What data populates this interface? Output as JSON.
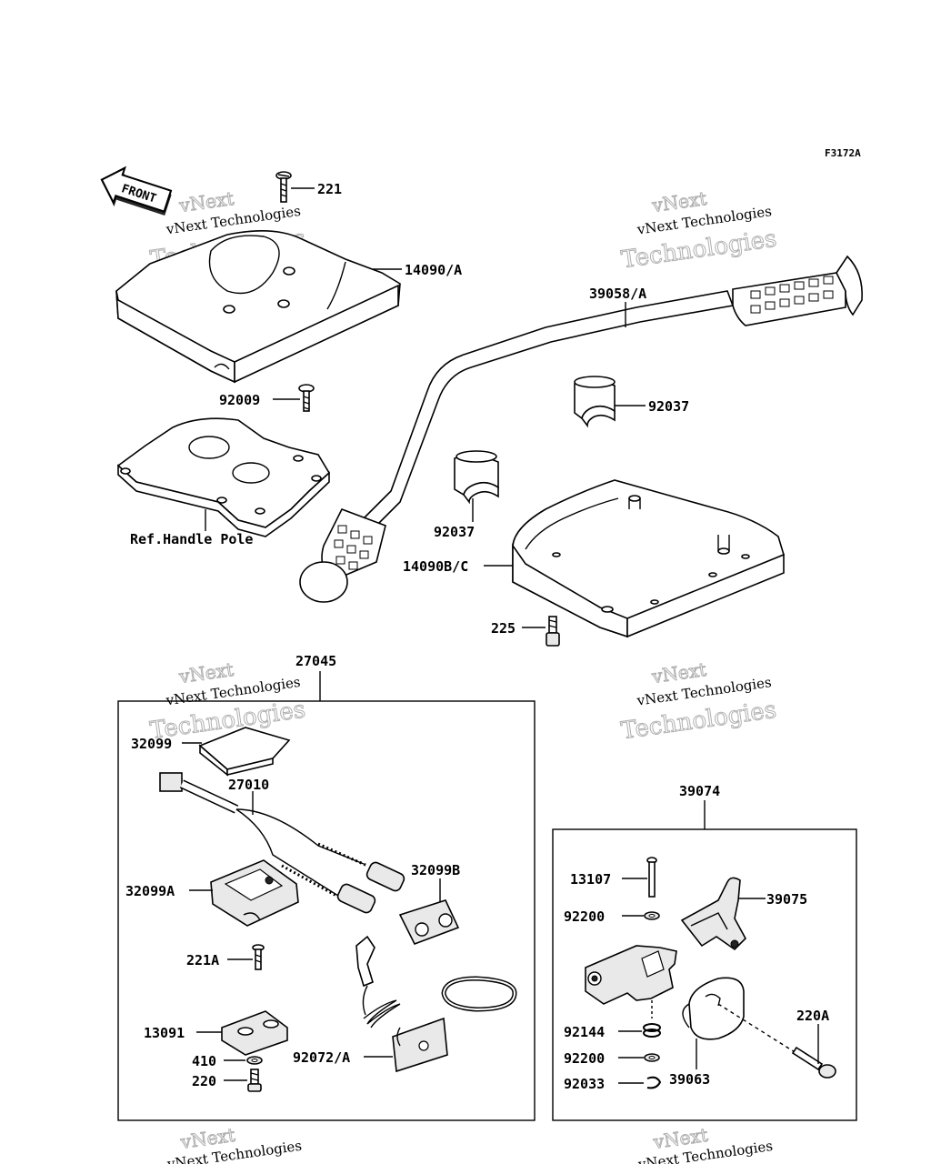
{
  "figure_code": "F3172A",
  "front_label": "FRONT",
  "watermark": {
    "brand": "vNext",
    "line1": "vNext Technologies",
    "line2": "Technologies"
  },
  "groups": [
    {
      "id": "27045",
      "label": "27045"
    },
    {
      "id": "39074",
      "label": "39074"
    }
  ],
  "labels": {
    "p221": "221",
    "p14090A": "14090/A",
    "p39058A": "39058/A",
    "p92009": "92009",
    "p92037a": "92037",
    "p92037b": "92037",
    "pRefHandlePole": "Ref.Handle Pole",
    "p14090BC": "14090B/C",
    "p225": "225",
    "p32099": "32099",
    "p27010": "27010",
    "p32099B": "32099B",
    "p32099A": "32099A",
    "p221A": "221A",
    "p13091": "13091",
    "p410": "410",
    "p220": "220",
    "p92072A": "92072/A",
    "p13107": "13107",
    "p39075": "39075",
    "p92200a": "92200",
    "p220A": "220A",
    "p92144": "92144",
    "p92200b": "92200",
    "p92033": "92033",
    "p39063": "39063"
  }
}
